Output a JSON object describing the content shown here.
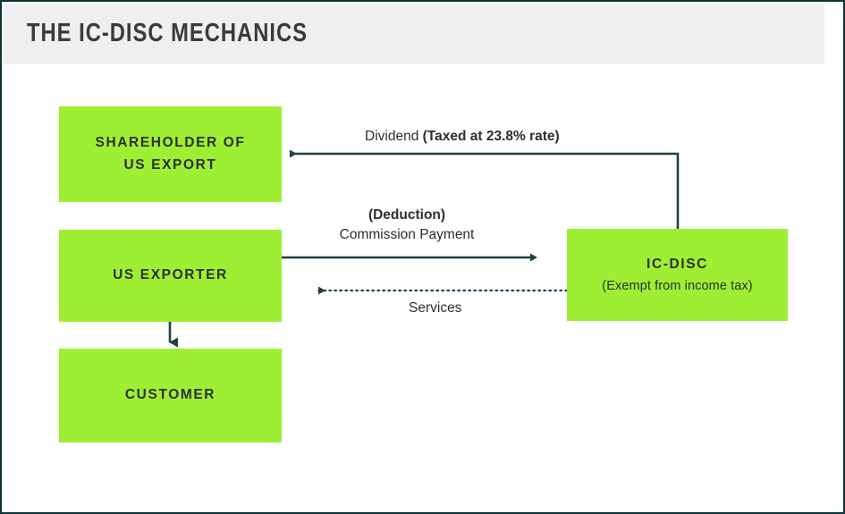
{
  "header": {
    "title": "THE IC-DISC MECHANICS",
    "band_color": "#efefef",
    "title_color": "#3a3a3a"
  },
  "theme": {
    "node_fill": "#9eef33",
    "node_text": "#2e2e2e",
    "connector_color": "#1f4147",
    "frame_border": "#0f3236",
    "page_background": "#ffffff"
  },
  "diagram": {
    "nodes": [
      {
        "id": "shareholder",
        "title": "SHAREHOLDER OF",
        "title_line2": "US EXPORT",
        "subtitle": ""
      },
      {
        "id": "exporter",
        "title": "US EXPORTER",
        "subtitle": ""
      },
      {
        "id": "customer",
        "title": "CUSTOMER",
        "subtitle": ""
      },
      {
        "id": "icdisc",
        "title": "IC-DISC",
        "subtitle": "(Exempt from income tax)"
      }
    ],
    "edges": [
      {
        "id": "dividend",
        "from": "icdisc",
        "to": "shareholder",
        "label_regular": "Dividend ",
        "label_bold": "(Taxed at 23.8% rate)",
        "style": "solid",
        "direction": "left"
      },
      {
        "id": "commission",
        "from": "exporter",
        "to": "icdisc",
        "label_bold": "(Deduction)",
        "label_regular": "Commission Payment",
        "style": "solid",
        "direction": "right"
      },
      {
        "id": "services",
        "from": "icdisc",
        "to": "exporter",
        "label_regular": "Services",
        "style": "dotted",
        "direction": "left"
      },
      {
        "id": "sales",
        "from": "exporter",
        "to": "customer",
        "label_regular": "",
        "style": "solid",
        "direction": "down"
      }
    ]
  }
}
